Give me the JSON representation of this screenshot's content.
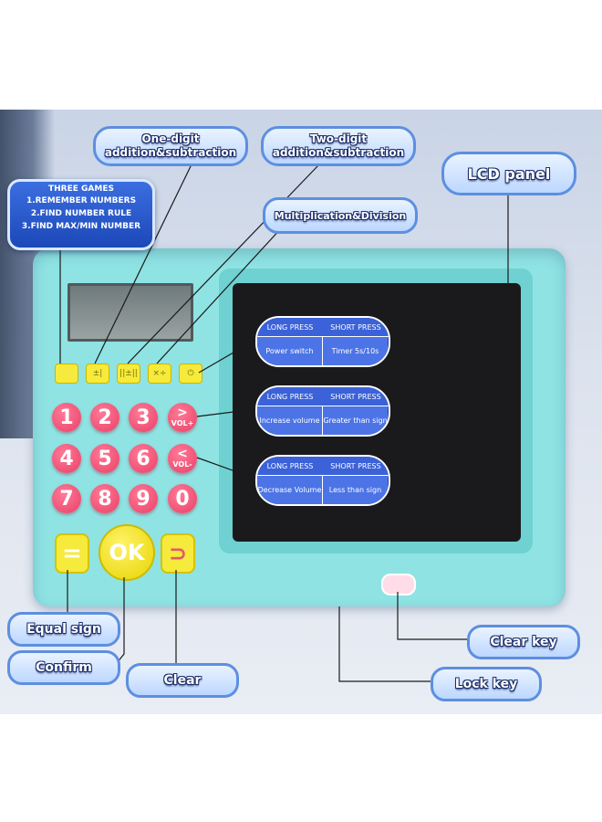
{
  "callouts": {
    "three_games": {
      "title": "THREE GAMES",
      "line1": "1.REMEMBER NUMBERS",
      "line2": "2.FIND NUMBER RULE",
      "line3": "3.FIND MAX/MIN NUMBER"
    },
    "one_digit_line1": "One-digit",
    "one_digit_line2": "addition&subtraction",
    "two_digit_line1": "Two-digit",
    "two_digit_line2": "addition&subtraction",
    "multiplication": "Multiplication&Division",
    "lcd_panel": "LCD panel",
    "equal_sign": "Equal sign",
    "confirm": "Confirm",
    "clear": "Clear",
    "clear_key": "Clear key",
    "lock_key": "Lock key"
  },
  "function_buttons": [
    "",
    "±|",
    "||±||",
    "×÷",
    "⏻"
  ],
  "number_keys": [
    "1",
    "2",
    "3",
    "4",
    "5",
    "6",
    "7",
    "8",
    "9",
    "0"
  ],
  "volume_keys": {
    "up_symbol": ">",
    "up_label": "VOL+",
    "down_symbol": "<",
    "down_label": "VOL-"
  },
  "action_buttons": {
    "equal": "=",
    "ok": "OK",
    "clear": "⊃"
  },
  "info_cards": [
    {
      "long_header": "LONG PRESS",
      "short_header": "SHORT PRESS",
      "long_value": "Power switch",
      "short_value": "Timer 5s/10s"
    },
    {
      "long_header": "LONG PRESS",
      "short_header": "SHORT PRESS",
      "long_value": "Increase volume",
      "short_value": "Greater than sign"
    },
    {
      "long_header": "LONG PRESS",
      "short_header": "SHORT PRESS",
      "long_value": "Decrease Volume",
      "short_value": "Less than sign"
    }
  ],
  "colors": {
    "device_body": "#8fe3e3",
    "number_key": "#ea3f66",
    "function_key": "#f6ea3c",
    "callout_border": "#5d8fe0",
    "card_fill": "#1f3fa8"
  }
}
